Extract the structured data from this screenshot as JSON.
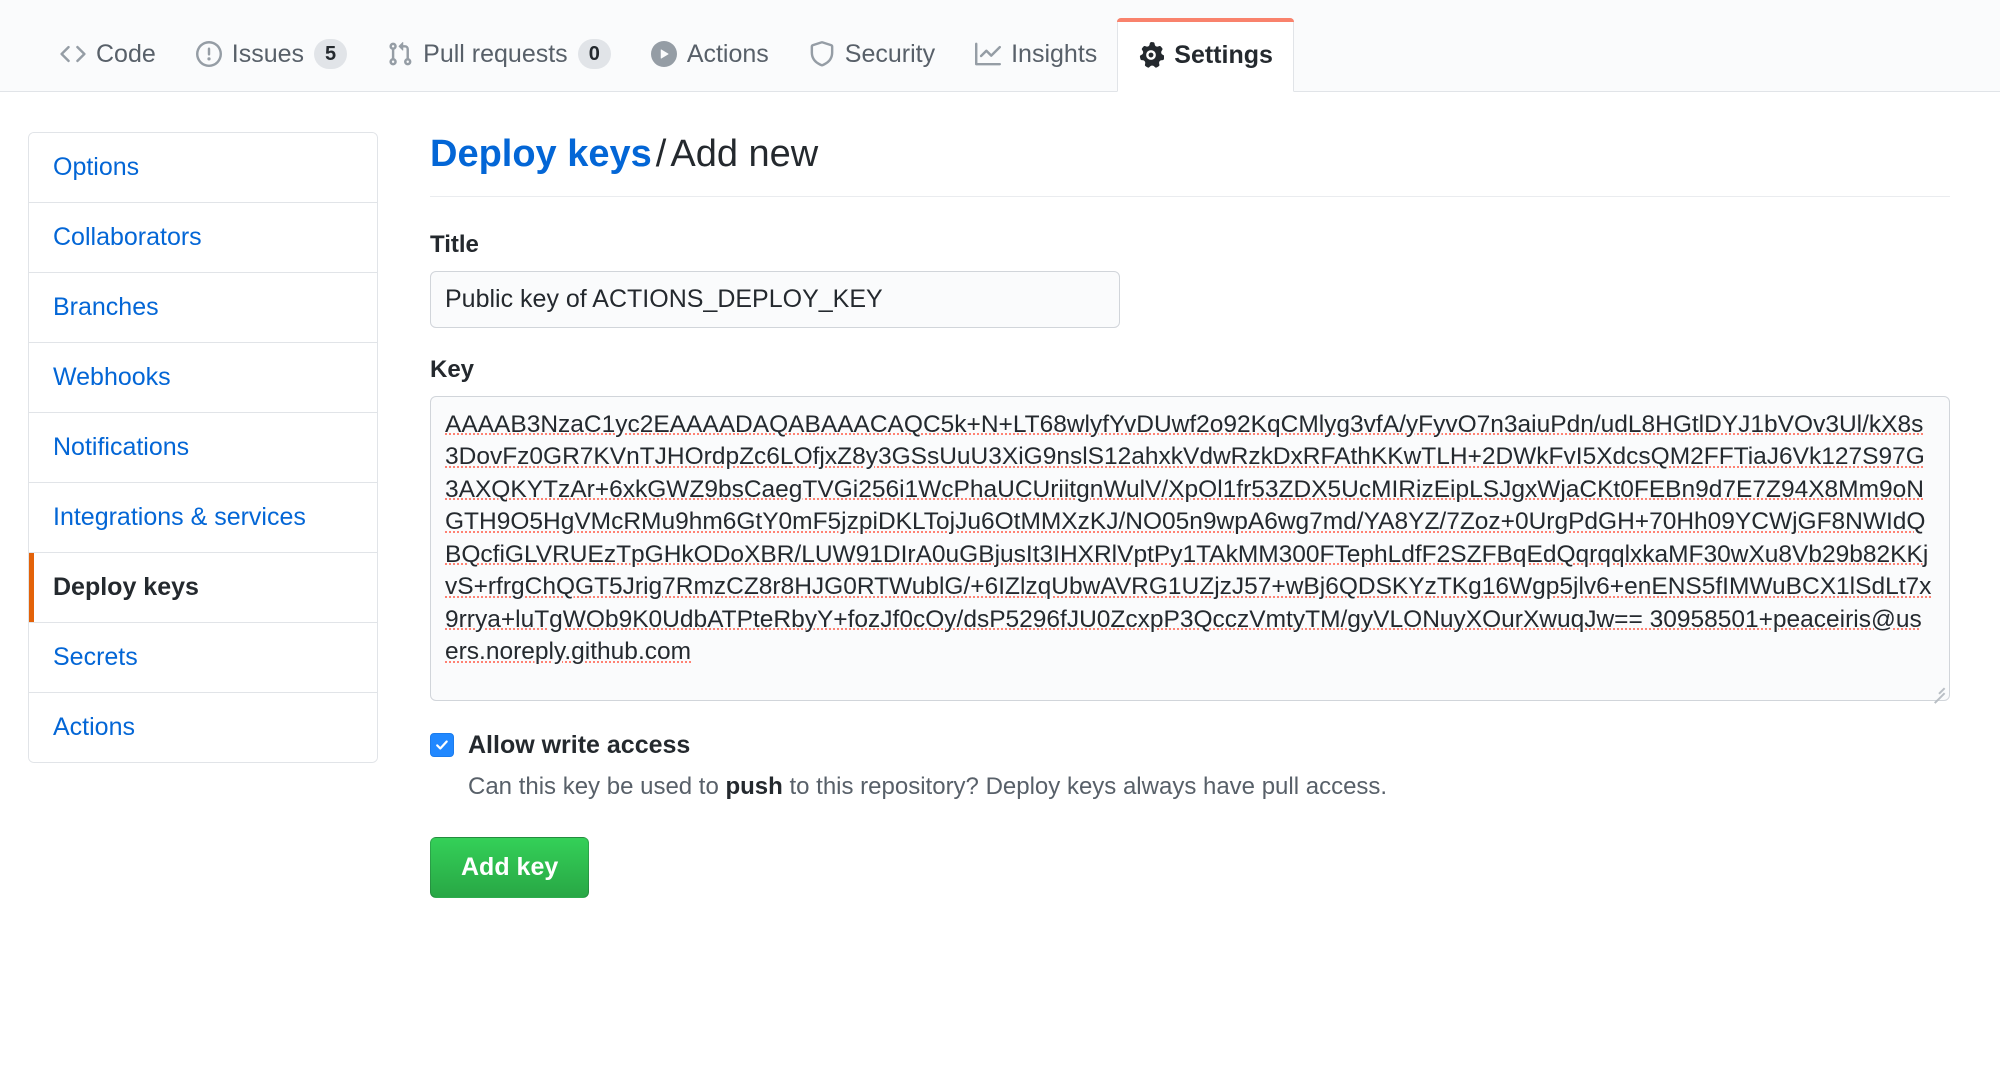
{
  "repo_nav": {
    "items": [
      {
        "label": "Code",
        "icon": "code-icon",
        "count": null,
        "selected": false
      },
      {
        "label": "Issues",
        "icon": "issue-opened-icon",
        "count": "5",
        "selected": false
      },
      {
        "label": "Pull requests",
        "icon": "git-pull-request-icon",
        "count": "0",
        "selected": false
      },
      {
        "label": "Actions",
        "icon": "play-icon",
        "count": null,
        "selected": false
      },
      {
        "label": "Security",
        "icon": "shield-icon",
        "count": null,
        "selected": false
      },
      {
        "label": "Insights",
        "icon": "graph-icon",
        "count": null,
        "selected": false
      },
      {
        "label": "Settings",
        "icon": "gear-icon",
        "count": null,
        "selected": true
      }
    ]
  },
  "sidebar": {
    "items": [
      {
        "label": "Options",
        "selected": false
      },
      {
        "label": "Collaborators",
        "selected": false
      },
      {
        "label": "Branches",
        "selected": false
      },
      {
        "label": "Webhooks",
        "selected": false
      },
      {
        "label": "Notifications",
        "selected": false
      },
      {
        "label": "Integrations & services",
        "selected": false
      },
      {
        "label": "Deploy keys",
        "selected": true
      },
      {
        "label": "Secrets",
        "selected": false
      },
      {
        "label": "Actions",
        "selected": false
      }
    ]
  },
  "main": {
    "breadcrumb_link": "Deploy keys",
    "breadcrumb_separator": "/",
    "breadcrumb_current": "Add new",
    "title_label": "Title",
    "title_value": "Public key of ACTIONS_DEPLOY_KEY",
    "title_placeholder": "",
    "key_label": "Key",
    "key_value": "AAAAB3NzaC1yc2EAAAADAQABAAACAQC5k+N+LT68wlyfYvDUwf2o92KqCMlyg3vfA/yFyvO7n3aiuPdn/udL8HGtlDYJ1bVOv3Ul/kX8s3DovFz0GR7KVnTJHOrdpZc6LOfjxZ8y3GSsUuU3XiG9nslS12ahxkVdwRzkDxRFAthKKwTLH+2DWkFvI5XdcsQM2FFTiaJ6Vk127S97G3AXQKYTzAr+6xkGWZ9bsCaegTVGi256i1WcPhaUCUriitgnWulV/XpOl1fr53ZDX5UcMIRizEipLSJgxWjaCKt0FEBn9d7E7Z94X8Mm9oNGTH9O5HgVMcRMu9hm6GtY0mF5jzpiDKLTojJu6OtMMXzKJ/NO05n9wpA6wg7md/YA8YZ/7Zoz+0UrgPdGH+70Hh09YCWjGF8NWIdQBQcfiGLVRUEzTpGHkODoXBR/LUW91DIrA0uGBjusIt3IHXRlVptPy1TAkMM300FTephLdfF2SZFBqEdQqrqqlxkaMF30wXu8Vb29b82KKjvS+rfrgChQGT5Jrig7RmzCZ8r8HJG0RTWublG/+6IZlzqUbwAVRG1UZjzJ57+wBj6QDSKYzTKg16Wgp5jlv6+enENS5fIMWuBCX1lSdLt7x9rrya+luTgWOb9K0UdbATPteRbyY+fozJf0cOy/dsP5296fJU0ZcxpP3QcczVmtyTM/gyVLONuyXOurXwuqJw== 30958501+peaceiris@users.noreply.github.com",
    "allow_write_label": "Allow write access",
    "allow_write_checked": true,
    "help_text_before": "Can this key be used to ",
    "help_text_bold": "push",
    "help_text_after": " to this repository? Deploy keys always have pull access.",
    "submit_label": "Add key"
  },
  "colors": {
    "link": "#0366d6",
    "selected_accent": "#e36209",
    "tab_accent": "#f9826c",
    "button_green": "#28a745",
    "checkbox_blue": "#2188ff",
    "spellcheck_red": "#ff5a46"
  }
}
